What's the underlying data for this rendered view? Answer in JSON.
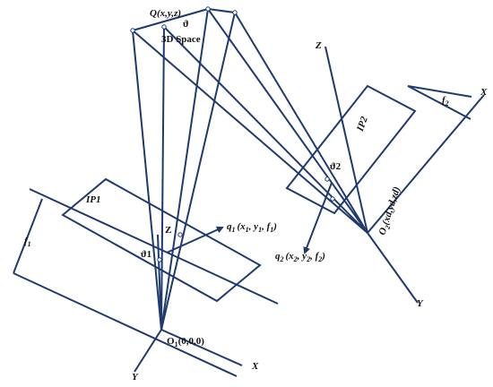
{
  "colors": {
    "line": "#1f3a6e",
    "ray": "#1f3a6e",
    "text": "#111111"
  },
  "labels": {
    "space_point": "Q(x,y,z)",
    "space_region": "3D Space",
    "sigma_top": "ϑ",
    "image_plane_1": "IP1",
    "image_plane_2": "IP2",
    "focal_1": "f",
    "focal_1_sub": "1",
    "focal_2": "f",
    "focal_2_sub": "2",
    "q1": "q",
    "q1_sub": "1",
    "q1_coords": "(x",
    "q1_x_sub": "1",
    "q1_y": ", y",
    "q1_y_sub": "1",
    "q1_f": ", f",
    "q1_f_sub": "1",
    "q1_close": ")",
    "q2": "q",
    "q2_sub": "2",
    "q2_coords": "(x",
    "q2_x_sub": "2",
    "q2_y": ", y",
    "q2_y_sub": "2",
    "q2_f": ", f",
    "q2_f_sub": "2",
    "q2_close": ")",
    "sigma_1": "ϑ1",
    "sigma_2": "ϑ2",
    "origin_1": "O",
    "origin_1_sub": "1",
    "origin_1_coords": "(0,0,0)",
    "origin_2": "O",
    "origin_2_sub": "2",
    "origin_2_coords": "(xd,yd,zd)",
    "axis_x1": "X",
    "axis_y1": "Y",
    "axis_z1": "Z",
    "axis_x2": "X",
    "axis_y2": "Y",
    "axis_z2": "Z"
  }
}
